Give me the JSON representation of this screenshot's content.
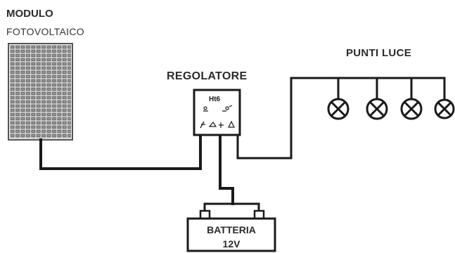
{
  "labels": {
    "module_line1": "MODULO",
    "module_line2": "FOTOVOLTAICO",
    "regulator": "REGOLATORE",
    "lights": "PUNTI LUCE",
    "battery_line1": "BATTERIA",
    "battery_line2": "12V"
  },
  "regulator_marking": "Ht6",
  "lamp_count": 4,
  "colors": {
    "wire": "#1a1a1a",
    "text": "#2b2b2b",
    "panel_cell": "#7a7a7a",
    "panel_frame": "#555555",
    "background": "#ffffff"
  }
}
